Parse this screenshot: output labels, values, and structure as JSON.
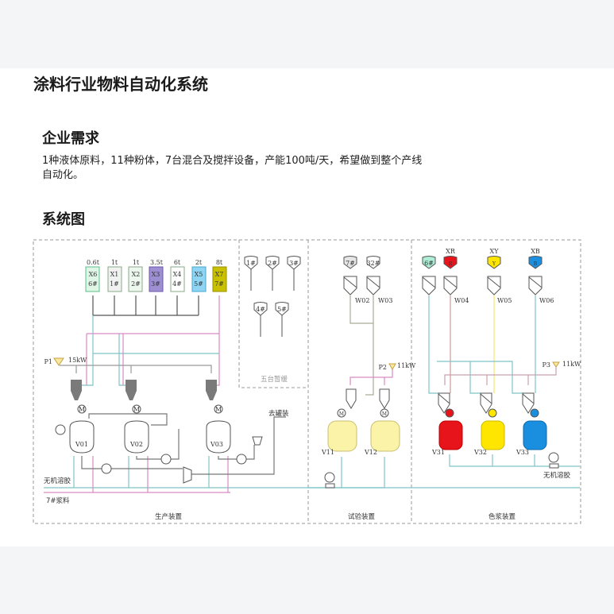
{
  "page": {
    "title": "涂料行业物料自动化系统",
    "requirements_heading": "企业需求",
    "requirements_text": "1种液体原料，11种粉体，7台混合及搅拌设备，产能100吨/天，希望做到整个产线自动化。",
    "diagram_heading": "系统图"
  },
  "diagram": {
    "production": {
      "section_label": "生产装置",
      "tanks": [
        {
          "cap": "0.6t",
          "code": "X6",
          "num": "6#",
          "color": "#dff5e6"
        },
        {
          "cap": "1t",
          "code": "X1",
          "num": "1#",
          "color": "#f1f1f1"
        },
        {
          "cap": "1t",
          "code": "X2",
          "num": "2#",
          "color": "#eef7ee"
        },
        {
          "cap": "3.5t",
          "code": "X3",
          "num": "3#",
          "color": "#9e8fd2"
        },
        {
          "cap": "6t",
          "code": "X4",
          "num": "4#",
          "color": "#ffffff"
        },
        {
          "cap": "2t",
          "code": "X5",
          "num": "5#",
          "color": "#8fd4f2"
        },
        {
          "cap": "8t",
          "code": "X7",
          "num": "7#",
          "color": "#c9c000"
        }
      ],
      "pump_label": "P1",
      "pump_power": "15kW",
      "reactors": [
        "V01",
        "V02",
        "V03"
      ],
      "motor": "M",
      "to_filling": "去罐装",
      "line_sol": "无机溶胶",
      "line_slurry": "7#浆料"
    },
    "paused": {
      "section_label": "五台暂缓",
      "tanks": [
        "1#",
        "2#",
        "3#",
        "4#",
        "5#"
      ]
    },
    "trial": {
      "section_label": "试验装置",
      "tanks": [
        "7#",
        "32#"
      ],
      "scales": [
        "W02",
        "W03"
      ],
      "pump_label": "P2",
      "pump_power": "11kW",
      "vessels": [
        "V11",
        "V12"
      ]
    },
    "color": {
      "section_label": "色浆装置",
      "tanks": [
        {
          "top": "",
          "label": "6#",
          "color": "#aeeed6"
        },
        {
          "top": "XR",
          "label": "R",
          "color": "#e8141c"
        },
        {
          "top": "XY",
          "label": "Y",
          "color": "#ffe600"
        },
        {
          "top": "XB",
          "label": "B",
          "color": "#1a8fe0"
        }
      ],
      "scales": [
        "W04",
        "W05",
        "W06"
      ],
      "pump_label": "P3",
      "pump_power": "11kW",
      "vessels": [
        {
          "name": "V31",
          "color": "#e8141c"
        },
        {
          "name": "V32",
          "color": "#ffe600"
        },
        {
          "name": "V33",
          "color": "#1a8fe0"
        }
      ],
      "line_sol": "无机溶胶"
    },
    "colors": {
      "teal_pipe": "#7fc4c8",
      "pink_pipe": "#d98bc0",
      "grey_pipe": "#999999",
      "yellow_pipe": "#f2e86a"
    }
  }
}
